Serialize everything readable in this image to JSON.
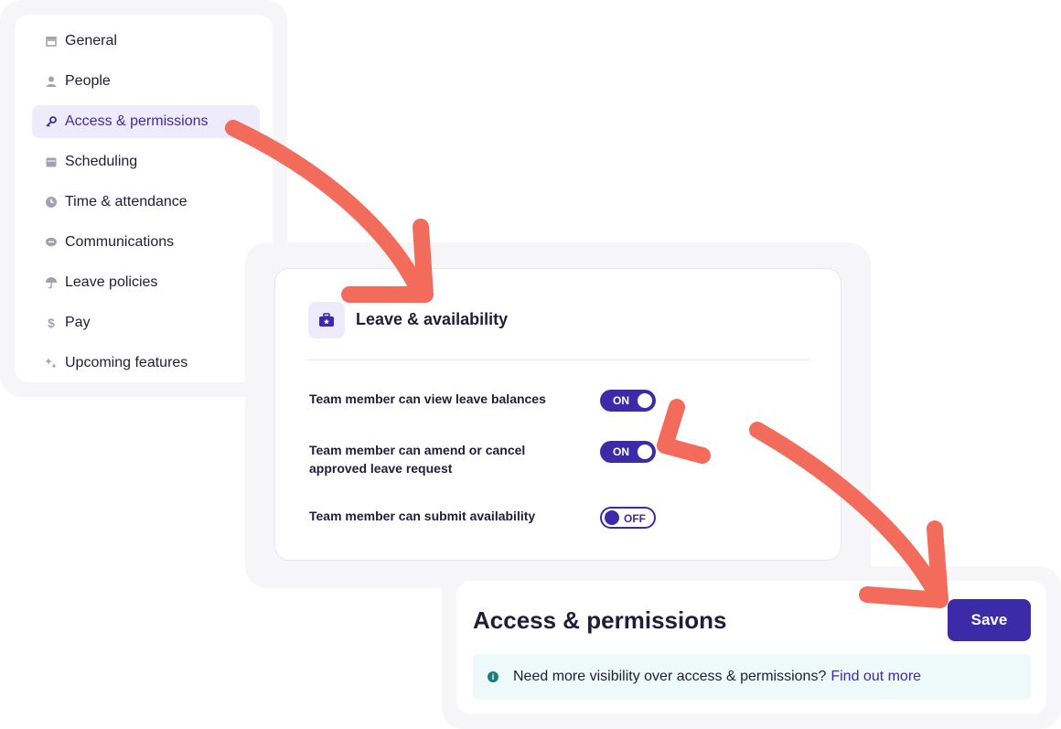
{
  "sidebar": {
    "items": [
      {
        "label": "General",
        "icon": "store-icon"
      },
      {
        "label": "People",
        "icon": "person-icon"
      },
      {
        "label": "Access & permissions",
        "icon": "key-icon",
        "active": true
      },
      {
        "label": "Scheduling",
        "icon": "calendar-icon"
      },
      {
        "label": "Time & attendance",
        "icon": "clock-icon"
      },
      {
        "label": "Communications",
        "icon": "chat-icon"
      },
      {
        "label": "Leave policies",
        "icon": "umbrella-icon"
      },
      {
        "label": "Pay",
        "icon": "dollar-icon"
      },
      {
        "label": "Upcoming features",
        "icon": "sparkle-icon"
      }
    ]
  },
  "leave": {
    "title": "Leave & availability",
    "icon": "briefcase-star-icon",
    "permissions": [
      {
        "label": "Team member can view leave balances",
        "state": "ON"
      },
      {
        "label": "Team member can amend or cancel approved leave request",
        "state": "ON"
      },
      {
        "label": "Team member can submit availability",
        "state": "OFF"
      }
    ]
  },
  "header": {
    "title": "Access & permissions",
    "save_label": "Save",
    "info_text": "Need more visibility over access & permissions?",
    "info_link": "Find out more"
  },
  "colors": {
    "accent": "#3d2aa8",
    "accent_light": "#eeebfc",
    "arrow": "#f26b5b",
    "info_bg": "#eefafa",
    "info_icon": "#1b7f7a"
  }
}
